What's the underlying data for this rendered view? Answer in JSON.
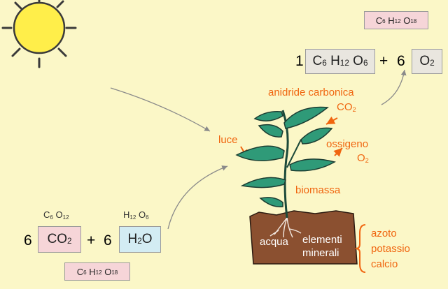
{
  "colors": {
    "background": "#fbf7c7",
    "sun": "#ffee4a",
    "label_orange": "#f0650f",
    "soil": "#8b5030",
    "leaf": "#2f9a78"
  },
  "icons": [
    "sun-icon",
    "plant-icon",
    "soil-icon"
  ],
  "top_right": {
    "formula_pink": {
      "c": "C",
      "c_n": "6",
      "h": "H",
      "h_n": "12",
      "o": "O",
      "o_n": "18"
    },
    "equation": {
      "coef1": "1",
      "glucose": {
        "c": "C",
        "c_n": "6",
        "h": "H",
        "h_n": "12",
        "o": "O",
        "o_n": "6"
      },
      "plus": "+",
      "coef2": "6",
      "oxygen": {
        "o": "O",
        "o_n": "2"
      }
    }
  },
  "labels": {
    "anidride": "anidride carbonica",
    "co2": {
      "base": "CO",
      "sub": "2"
    },
    "luce": "luce",
    "ossigeno": "ossigeno",
    "o2": {
      "base": "O",
      "sub": "2"
    },
    "biomassa": "biomassa",
    "acqua": "acqua",
    "elementi_line1": "elementi",
    "elementi_line2": "minerali",
    "minerals": [
      "azoto",
      "potassio",
      "calcio"
    ]
  },
  "bottom_left": {
    "above_co2": {
      "c": "C",
      "c_n": "6",
      "o": "O",
      "o_n": "12"
    },
    "above_h2o": {
      "h": "H",
      "h_n": "12",
      "o": "O",
      "o_n": "6"
    },
    "coef1": "6",
    "co2_box": {
      "base": "CO",
      "sub": "2"
    },
    "plus": "+",
    "coef2": "6",
    "h2o_box": {
      "h": "H",
      "h_sub": "2",
      "o": "O"
    },
    "formula_pink": {
      "c": "C",
      "c_n": "6",
      "h": "H",
      "h_n": "12",
      "o": "O",
      "o_n": "18"
    }
  }
}
